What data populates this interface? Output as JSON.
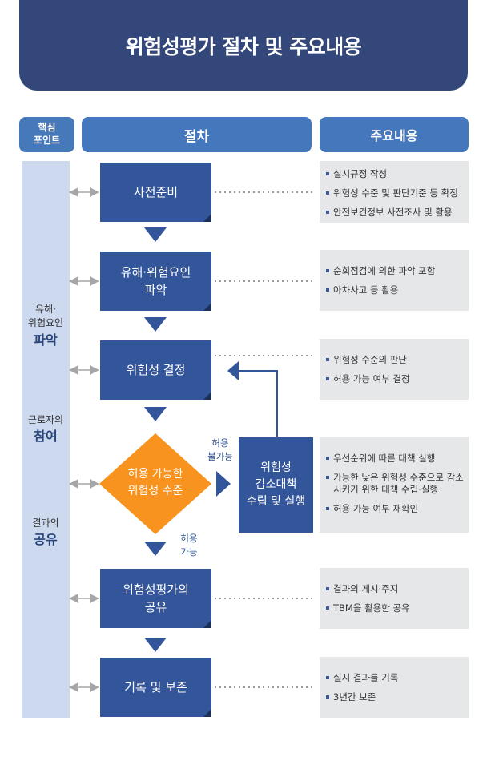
{
  "title": "위험성평가 절차 및 주요내용",
  "headers": {
    "key_point": [
      "핵심",
      "포인트"
    ],
    "procedure": "절차",
    "main_content": "주요내용"
  },
  "key_points": [
    {
      "line1": "유해·",
      "line2": "위험요인",
      "emph": "파악"
    },
    {
      "line1": "근로자의",
      "line2": "",
      "emph": "참여"
    },
    {
      "line1": "결과의",
      "line2": "",
      "emph": "공유"
    }
  ],
  "steps": [
    {
      "line1": "사전준비",
      "line2": ""
    },
    {
      "line1": "유해·위험요인",
      "line2": "파악"
    },
    {
      "line1": "위험성 결정",
      "line2": ""
    },
    {
      "line1": "허용 가능한",
      "line2": "위험성 수준"
    },
    {
      "line1": "위험성평가의",
      "line2": "공유"
    },
    {
      "line1": "기록 및 보존",
      "line2": ""
    }
  ],
  "reduction": {
    "line1": "위험성",
    "line2": "감소대책",
    "line3": "수립 및 실행"
  },
  "labels": {
    "not_allowed": {
      "line1": "허용",
      "line2": "불가능"
    },
    "allowed": {
      "line1": "허용",
      "line2": "가능"
    }
  },
  "contents": [
    [
      "실시규정 작성",
      "위험성 수준 및 판단기준 등 확정",
      "안전보건정보 사전조사 및 활용"
    ],
    [
      "순회점검에 의한 파악 포함",
      "아차사고 등 활용"
    ],
    [
      "위험성 수준의 판단",
      "허용 가능 여부 결정"
    ],
    [
      "우선순위에 따른 대책 실행",
      "가능한 낮은 위험성 수준으로 감소시키기 위한 대책 수립·실행",
      "허용 가능 여부 재확인"
    ],
    [
      "결과의 게시·주지",
      "TBM을 활용한 공유"
    ],
    [
      "실시 결과를 기록",
      "3년간 보존"
    ]
  ],
  "colors": {
    "navy": "#33477a",
    "header_blue": "#4477bb",
    "step_blue": "#33559a",
    "diamond": "#f7931e",
    "panel_grey": "#e6e7e9",
    "key_bg": "#cdd9ee"
  }
}
